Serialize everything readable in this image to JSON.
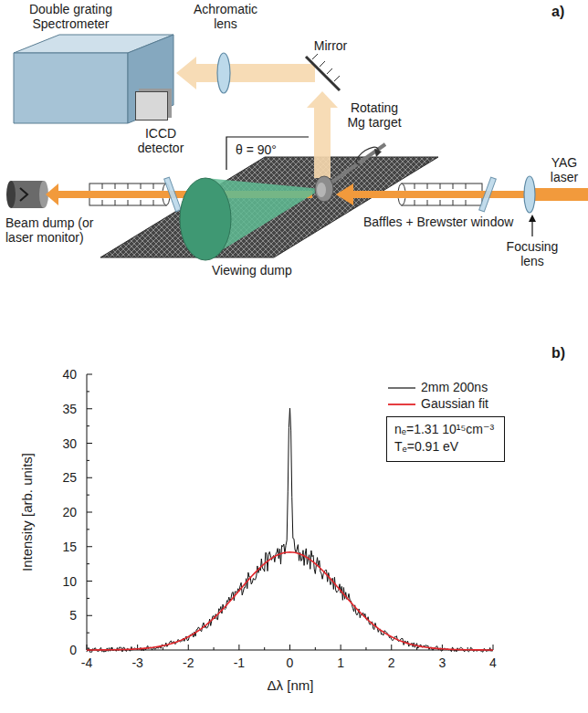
{
  "diagram": {
    "nodes": [
      {
        "text": [
          "Double grating Spectrometer"
        ]
      },
      {
        "text": [
          "ICCD detector"
        ],
        "in": 0
      },
      {
        "text": [
          "nₑ=1.31 10¹⁵cm⁻³",
          "Tₑ=0.91 eV"
        ]
      }
    ],
    "labels": [
      "a)",
      "Achromatic lens",
      "Mirror",
      "θ = 90°",
      "Rotating Mg target",
      "YAG laser",
      "Focusing lens",
      "Baffles + Brewster window",
      "Beam dump (or laser monitor)",
      "Viewing dump",
      "b)",
      "40",
      "35",
      "30",
      "25",
      "20",
      "15",
      "10",
      "5",
      "0",
      "-4",
      "-3",
      "-2",
      "-1",
      "0",
      "1",
      "2",
      "3",
      "4",
      "Intensity [arb. units]",
      "Δλ [nm]"
    ],
    "legend": [
      {
        "text": "2mm 200ns"
      },
      {
        "text": "Gaussian fit"
      }
    ]
  }
}
